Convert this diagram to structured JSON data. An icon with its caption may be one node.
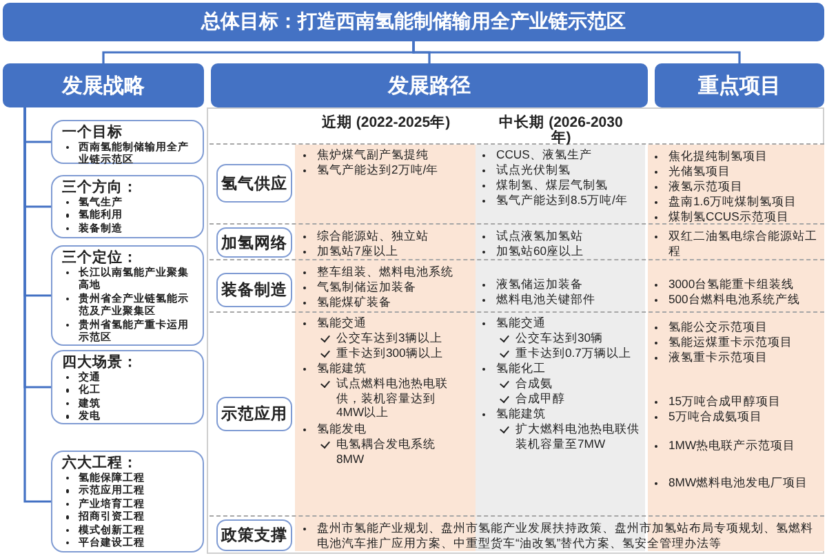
{
  "diagram": {
    "nodes": [
      {
        "text": [
          "总体目标：打造西南氢能制储输用全产业链示范区"
        ]
      },
      {
        "text": [
          "发展战略"
        ]
      },
      {
        "text": [
          "发展路径"
        ]
      },
      {
        "text": [
          "重点项目"
        ]
      },
      {
        "text": [
          "一个目标",
          "西南氢能制储输用全产业链示范区"
        ]
      },
      {
        "text": [
          "三个方向：",
          "氢气生产",
          "氢能利用",
          "装备制造"
        ]
      },
      {
        "text": [
          "三个定位：",
          "长江以南氢能产业聚集高地",
          "贵州省全产业链氢能示范及产业聚集区",
          "贵州省氢能产重卡运用示范区"
        ]
      },
      {
        "text": [
          "四大场景：",
          "交通",
          "化工",
          "建筑",
          "发电"
        ]
      },
      {
        "text": [
          "六大工程：",
          "氢能保障工程",
          "示范应用工程",
          "产业培育工程",
          "招商引资工程",
          "模式创新工程",
          "平台建设工程"
        ]
      },
      {
        "text": [
          "氢气供应"
        ]
      },
      {
        "text": [
          "加氢网络"
        ]
      },
      {
        "text": [
          "装备制造"
        ]
      },
      {
        "text": [
          "示范应用"
        ]
      },
      {
        "text": [
          "政策支撑"
        ]
      }
    ],
    "edges": [
      {
        "from": 0,
        "to": 1,
        "arrow": "none"
      },
      {
        "from": 0,
        "to": 2,
        "arrow": "none"
      },
      {
        "from": 0,
        "to": 3,
        "arrow": "none"
      },
      {
        "from": 1,
        "to": 4,
        "arrow": "none"
      },
      {
        "from": 1,
        "to": 5,
        "arrow": "none"
      },
      {
        "from": 1,
        "to": 6,
        "arrow": "none"
      },
      {
        "from": 1,
        "to": 7,
        "arrow": "none"
      },
      {
        "from": 1,
        "to": 8,
        "arrow": "none"
      }
    ],
    "labels": [
      "近期 (2022-2025年)",
      "中长期 (2026-2030年)",
      "焦炉煤气副产氢提纯",
      "氢气产能达到2万吨/年",
      "CCUS、液氢生产",
      "试点光伏制氢",
      "煤制氢、煤层气制氢",
      "氢气产能达到8.5万吨/年",
      "焦化提纯制氢项目",
      "光储氢项目",
      "液氢示范项目",
      "盘南1.6万吨煤制氢项目",
      "煤制氢CCUS示范项目",
      "综合能源站、独立站",
      "加氢站7座以上",
      "试点液氢加氢站",
      "加氢站60座以上",
      "双红二油氢电综合能源站工程",
      "整车组装、燃料电池系统",
      "气氢制储运加装备",
      "氢能煤矿装备",
      "液氢储运加装备",
      "燃料电池关键部件",
      "3000台氢能重卡组装线",
      "500台燃料电池系统产线",
      "氢能交通",
      "公交车达到3辆以上",
      "重卡达到300辆以上",
      "氢能建筑",
      "试点燃料电池热电联供，装机容量达到4MW以上",
      "氢能发电",
      "电氢耦合发电系统8MW",
      "氢能交通",
      "公交车达到30辆",
      "重卡达到0.7万辆以上",
      "氢能化工",
      "合成氨",
      "合成甲醇",
      "氢能建筑",
      "扩大燃料电池热电联供装机容量至7MW",
      "氢能公交示范项目",
      "氢能运煤重卡示范项目",
      "液氢重卡示范项目",
      "15万吨合成甲醇项目",
      "5万吨合成氨项目",
      "1MW热电联产示范项目",
      "8MW燃料电池发电厂项目",
      "盘州市氢能产业规划、盘州市氢能产业发展扶持政策、盘州市加氢站布局专项规划、氢燃料电池汽车推广应用方案、中重型货车“油改氢”替代方案、氢安全管理办法等"
    ]
  }
}
